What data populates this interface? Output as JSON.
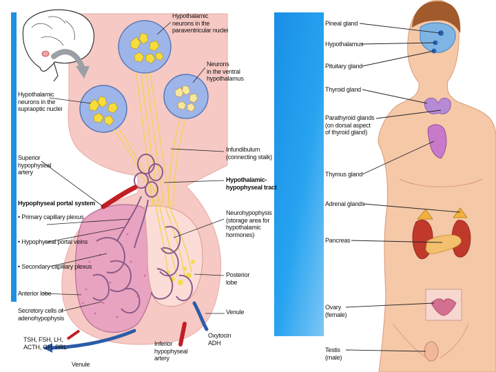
{
  "pituitary_figure": {
    "labels": {
      "paraventricular": [
        "Hypothalamic",
        "neurons in the",
        "paraventricular nuclei"
      ],
      "ventral": [
        "Neurons",
        "in the ventral",
        "hypothalamus"
      ],
      "supraoptic": [
        "Hypothalamic",
        "neurons in the",
        "supraoptic nuclei"
      ],
      "superior_artery": [
        "Superior",
        "hypophyseal",
        "artery"
      ],
      "infundibulum": [
        "Infundibulum",
        "(connecting stalk)"
      ],
      "tract": [
        "Hypothalamic-",
        "hypophyseal tract"
      ],
      "portal_system": "Hypophyseal portal system",
      "portal_items": [
        "Primary capillary plexus",
        "Hypophyseal portal veins",
        "Secondary capillary plexus"
      ],
      "neurohypophysis": [
        "Neurohypophysis",
        "(storage area for",
        "hypothalamic",
        "hormones)"
      ],
      "posterior_lobe": [
        "Posterior",
        "lobe"
      ],
      "anterior_lobe": "Anterior lobe",
      "secretory_cells": [
        "Secretory cells of",
        "adenohypophysis"
      ],
      "venule_right": "Venule",
      "oxytocin": [
        "Oxytocin",
        "ADH"
      ],
      "hormones": [
        "TSH, FSH, LH,",
        "ACTH, GH, PRL"
      ],
      "venule_bottom": "Venule",
      "inferior_artery": [
        "Inferior",
        "hypophyseal",
        "artery"
      ]
    }
  },
  "endocrine_figure": {
    "labels": {
      "pineal": "Pineal gland",
      "hypothalamus": "Hypothalamus",
      "pituitary": "Pituitary gland",
      "thyroid": "Thyroid gland",
      "parathyroid": [
        "Parathyroid glands",
        "(on dorsal aspect",
        "of thyroid gland)"
      ],
      "thymus": "Thymus gland",
      "adrenal": "Adrenal glands",
      "pancreas": "Pancreas",
      "ovary": [
        "Ovary",
        "(female)"
      ],
      "testis": [
        "Testis",
        "(male)"
      ]
    }
  }
}
